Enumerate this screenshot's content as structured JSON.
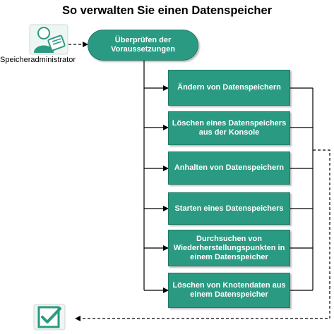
{
  "diagram": {
    "title": "So verwalten Sie einen Datenspeicher",
    "actor": {
      "label": "Speicheradministrator",
      "icon": "admin-person-icon"
    },
    "start": {
      "label": "Überprüfen der Voraussetzungen"
    },
    "steps": [
      {
        "label": "Ändern von Datenspeichern"
      },
      {
        "label": "Löschen eines Datenspeichers aus der Konsole"
      },
      {
        "label": "Anhalten von Datenspeichern"
      },
      {
        "label": "Starten eines Datenspeichers"
      },
      {
        "label": "Durchsuchen von Wiederherstellungspunkten in einem Datenspeicher"
      },
      {
        "label": "Löschen von Knotendaten aus einem Datenspeicher"
      }
    ],
    "end": {
      "icon": "checkbox-check-icon"
    },
    "colors": {
      "node_fill": "#2b9a82",
      "node_border": "#1f7a66",
      "line": "#000000"
    }
  }
}
